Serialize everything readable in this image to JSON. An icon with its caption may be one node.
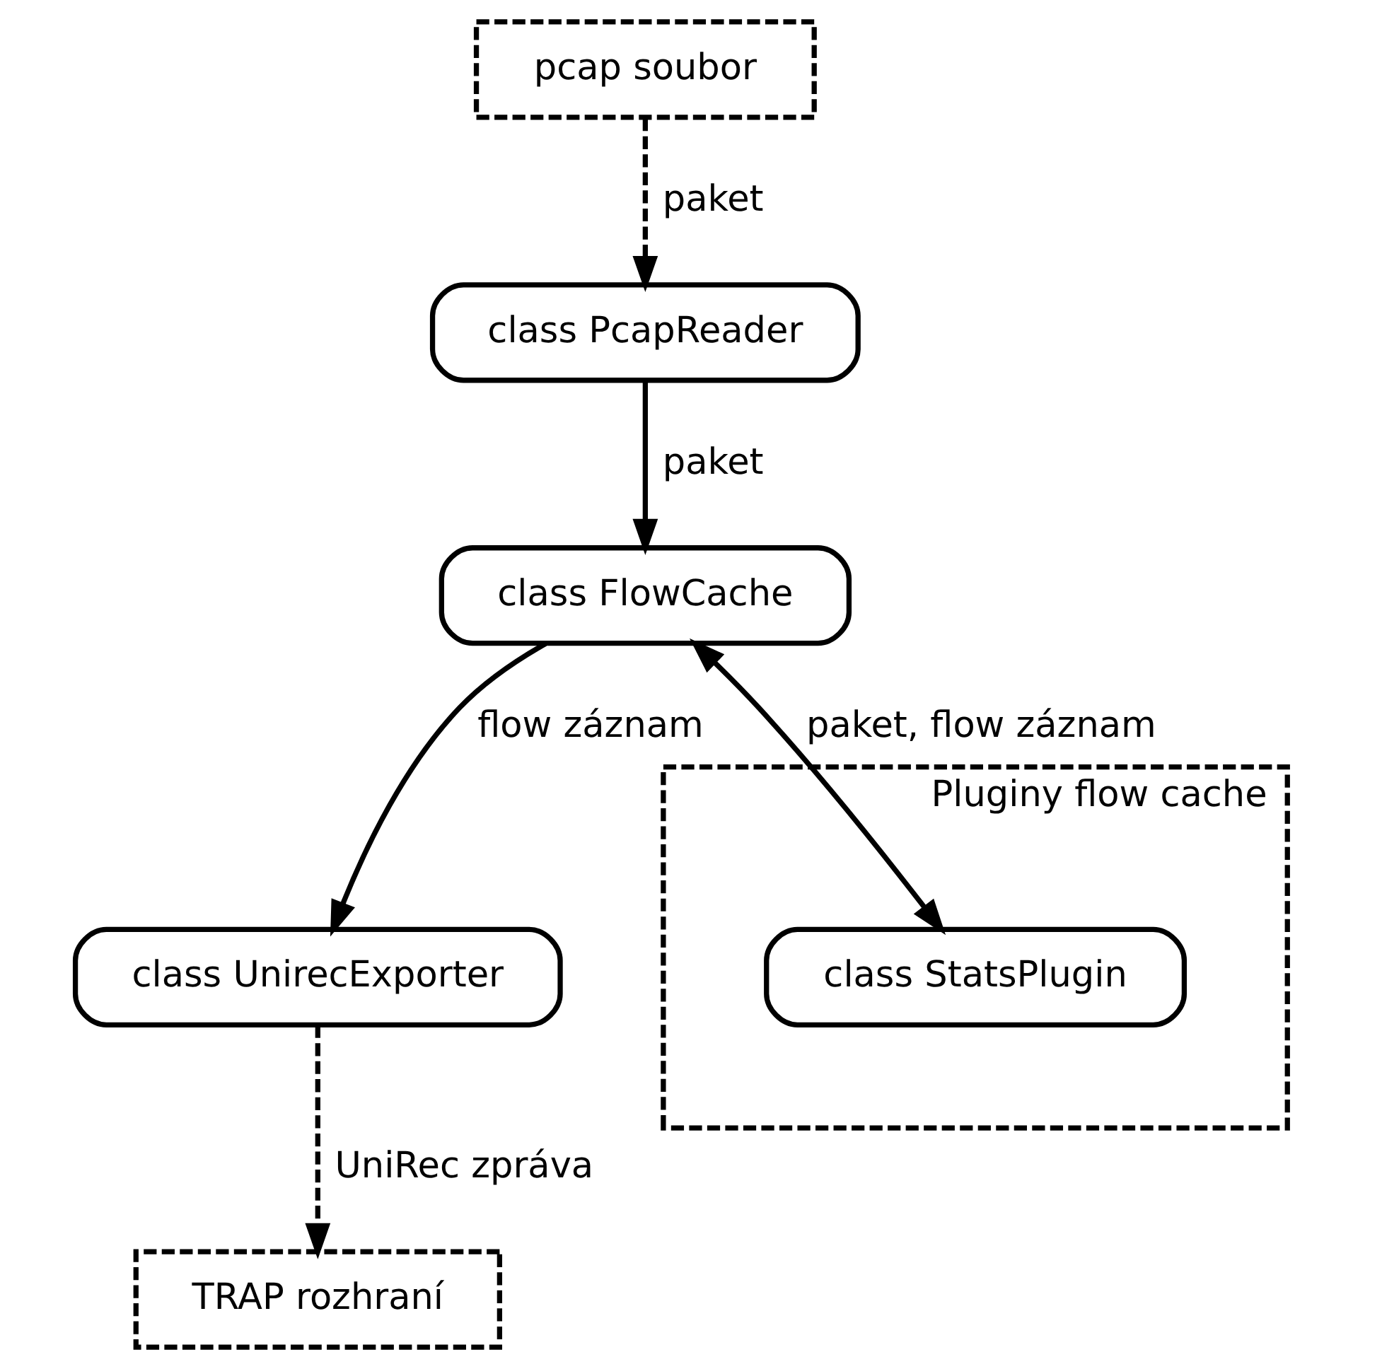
{
  "diagram": {
    "nodes": [
      {
        "text": [
          "pcap soubor"
        ]
      },
      {
        "text": [
          "class PcapReader"
        ]
      },
      {
        "text": [
          "class FlowCache"
        ]
      },
      {
        "text": [
          "class UnirecExporter"
        ]
      },
      {
        "text": [
          "TRAP rozhraní"
        ]
      },
      {
        "text": [
          "Pluginy flow cache"
        ]
      },
      {
        "text": [
          "class StatsPlugin"
        ],
        "in": 5
      }
    ],
    "edges": [
      {
        "from": 0,
        "to": 1,
        "arrow": "to",
        "label": "paket",
        "style": "dashed"
      },
      {
        "from": 1,
        "to": 2,
        "arrow": "to",
        "label": "paket"
      },
      {
        "from": 2,
        "to": 6,
        "arrow": "both",
        "label": "paket, flow záznam"
      },
      {
        "from": 2,
        "to": 3,
        "arrow": "to",
        "label": "flow záznam"
      },
      {
        "from": 3,
        "to": 4,
        "arrow": "to",
        "label": "UniRec zpráva",
        "style": "dashed"
      }
    ]
  }
}
